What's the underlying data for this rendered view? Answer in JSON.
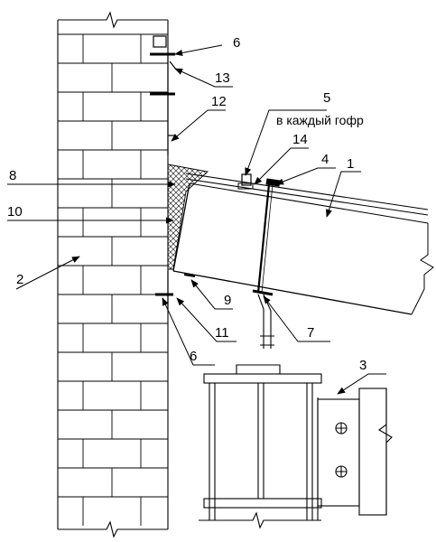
{
  "note": "в каждый гофр",
  "callouts": [
    {
      "id": "c1",
      "num": "1"
    },
    {
      "id": "c2",
      "num": "2"
    },
    {
      "id": "c3",
      "num": "3"
    },
    {
      "id": "c4",
      "num": "4"
    },
    {
      "id": "c5",
      "num": "5"
    },
    {
      "id": "c6a",
      "num": "6"
    },
    {
      "id": "c6b",
      "num": "6"
    },
    {
      "id": "c7",
      "num": "7"
    },
    {
      "id": "c8",
      "num": "8"
    },
    {
      "id": "c9",
      "num": "9"
    },
    {
      "id": "c10",
      "num": "10"
    },
    {
      "id": "c11",
      "num": "11"
    },
    {
      "id": "c12",
      "num": "12"
    },
    {
      "id": "c13",
      "num": "13"
    },
    {
      "id": "c14",
      "num": "14"
    }
  ]
}
